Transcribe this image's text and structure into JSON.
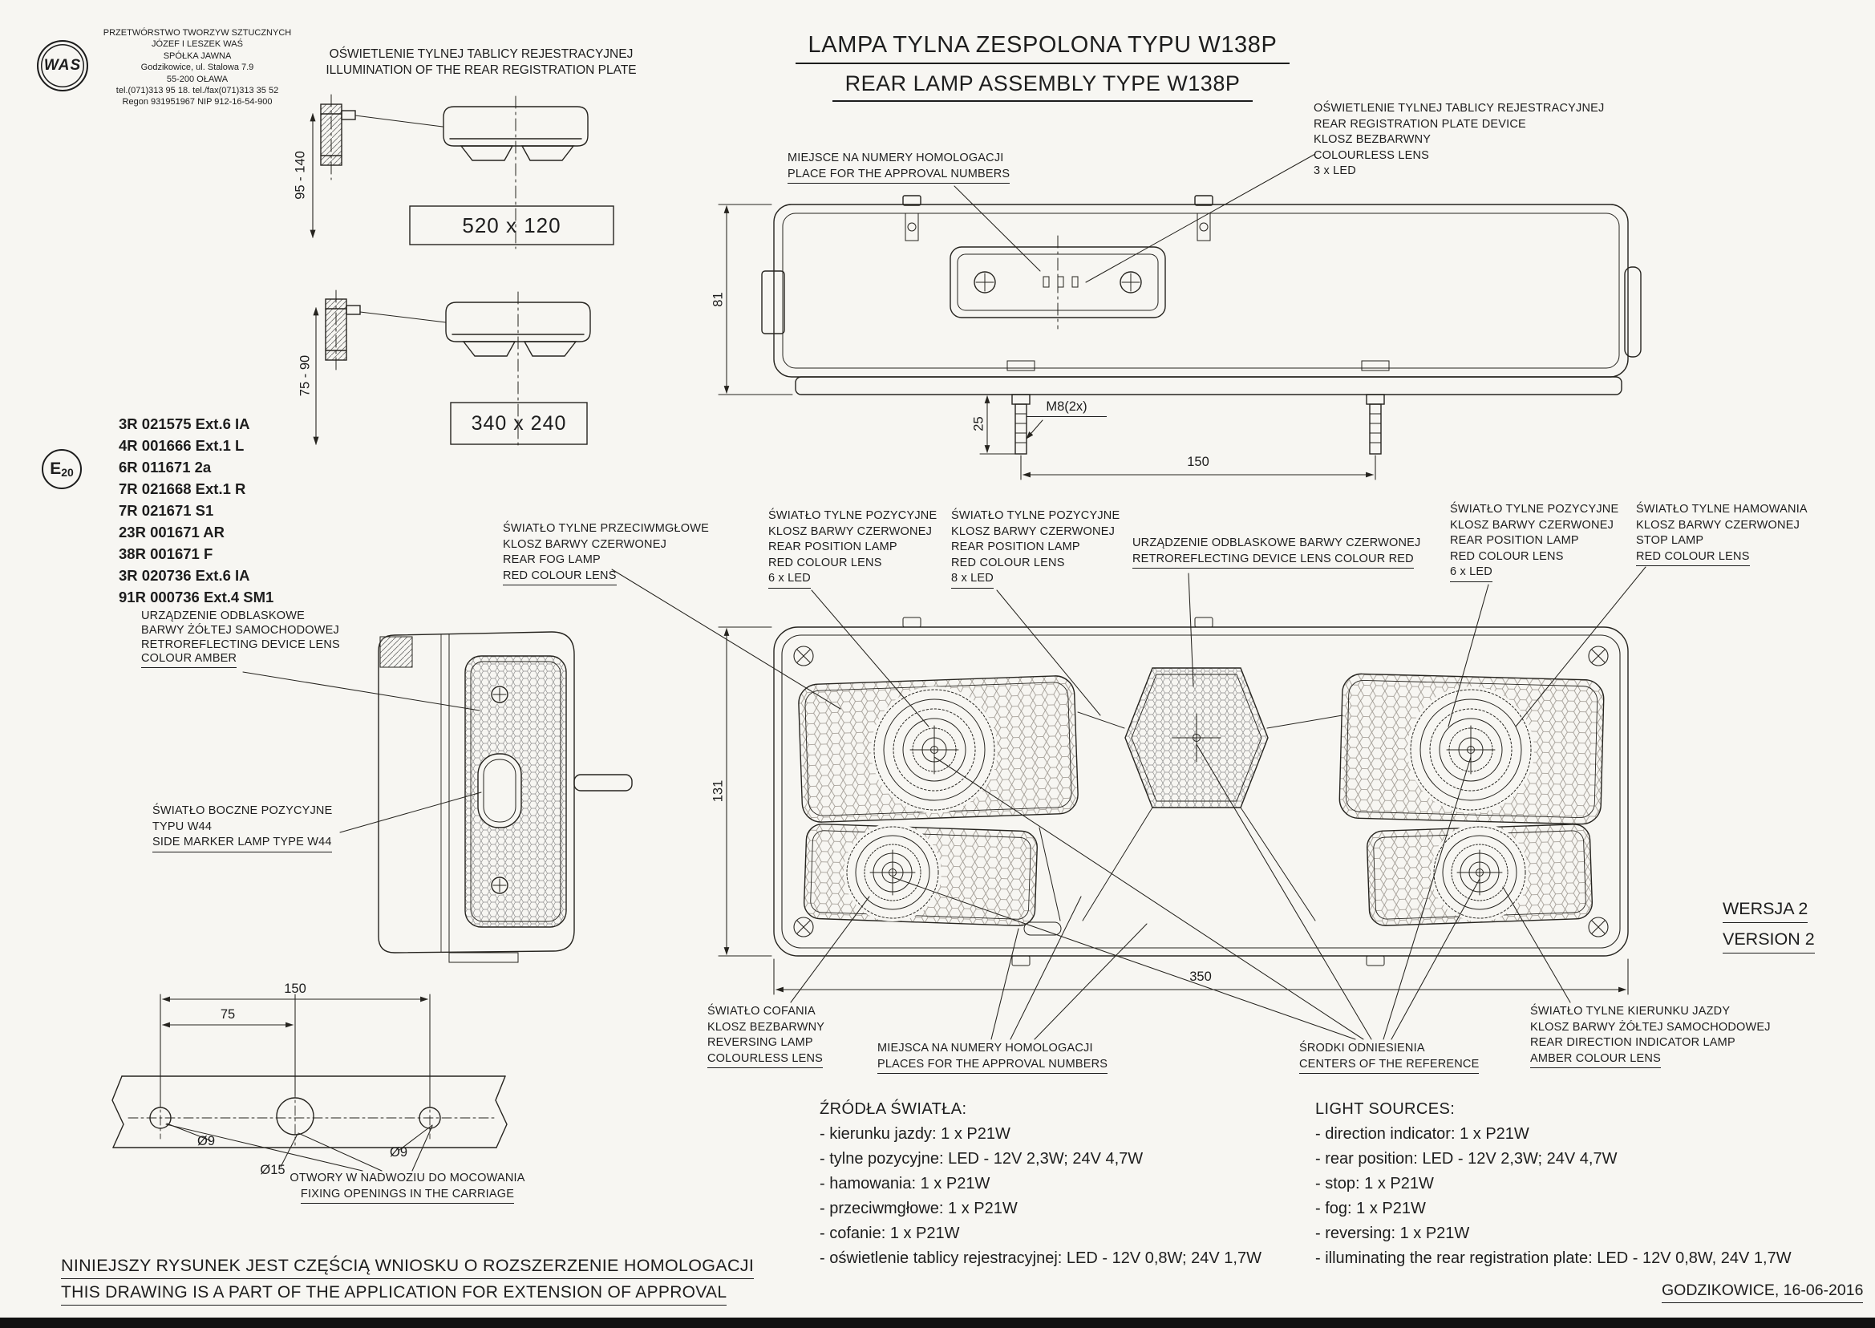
{
  "palette": {
    "paper": "#f7f6f2",
    "ink": "#1d1d1d"
  },
  "company": {
    "logo_text": "WAS",
    "lines": [
      "PRZETWÓRSTWO TWORZYW SZTUCZNYCH",
      "JÓZEF I LESZEK WAŚ",
      "SPÓŁKA JAWNA",
      "Godzikowice, ul. Stalowa 7.9",
      "55-200  OŁAWA",
      "tel.(071)313 95 18. tel./fax(071)313 35 52",
      "Regon 931951967 NIP 912-16-54-900"
    ]
  },
  "title": {
    "pl": "LAMPA TYLNA ZESPOLONA TYPU W138P",
    "en": "REAR LAMP ASSEMBLY TYPE W138P"
  },
  "plate_illumination": {
    "heading_pl": "OŚWIETLENIE TYLNEJ TABLICY REJESTRACYJNEJ",
    "heading_en": "ILLUMINATION OF THE REAR REGISTRATION PLATE",
    "size_large": "520 x 120",
    "size_small": "340 x 240",
    "height_range_large": "95 - 140",
    "height_range_small": "75 - 90"
  },
  "approvals": {
    "mark_letter": "E",
    "mark_number": "20",
    "numbers": [
      "3R 021575 Ext.6 IA",
      "4R 001666 Ext.1 L",
      "6R 011671 2a",
      "7R 021668 Ext.1 R",
      "7R 021671 S1",
      "23R 001671 AR",
      "38R 001671 F",
      "3R 020736 Ext.6 IA",
      "91R 000736 Ext.4 SM1"
    ]
  },
  "dimensions": {
    "top_height": "81",
    "pin_offset": "25",
    "pin_thread": "M8(2x)",
    "pin_spacing": "150",
    "front_height": "131",
    "front_width": "350",
    "fix_span": "150",
    "fix_half": "75",
    "hole_small_left": "Ø9",
    "hole_large": "Ø15",
    "hole_small_right": "Ø9"
  },
  "annotations": {
    "reg_plate_device": {
      "lines": [
        "OŚWIETLENIE TYLNEJ TABLICY REJESTRACYJNEJ",
        "REAR REGISTRATION PLATE DEVICE",
        "KLOSZ BEZBARWNY",
        "COLOURLESS LENS",
        "3 x LED"
      ]
    },
    "approval_place_top": {
      "lines": [
        "MIEJSCE NA NUMERY HOMOLOGACJI",
        "PLACE FOR THE APPROVAL NUMBERS"
      ]
    },
    "retro_amber": {
      "lines": [
        "URZĄDZENIE ODBLASKOWE",
        "BARWY ŻÓŁTEJ SAMOCHODOWEJ",
        "RETROREFLECTING DEVICE LENS",
        "COLOUR AMBER"
      ]
    },
    "side_marker": {
      "lines": [
        "ŚWIATŁO BOCZNE POZYCYJNE",
        "TYPU W44",
        "SIDE MARKER LAMP  TYPE W44"
      ]
    },
    "fog": {
      "lines": [
        "ŚWIATŁO TYLNE PRZECIWMGŁOWE",
        "KLOSZ BARWY CZERWONEJ",
        "REAR FOG LAMP",
        "RED COLOUR LENS"
      ]
    },
    "position_6a": {
      "lines": [
        "ŚWIATŁO TYLNE POZYCYJNE",
        "KLOSZ BARWY CZERWONEJ",
        "REAR POSITION LAMP",
        "RED COLOUR LENS",
        "6 x LED"
      ]
    },
    "position_8": {
      "lines": [
        "ŚWIATŁO TYLNE POZYCYJNE",
        "KLOSZ BARWY CZERWONEJ",
        "REAR POSITION LAMP",
        "RED COLOUR LENS",
        "8 x LED"
      ]
    },
    "retro_red": {
      "lines": [
        "URZĄDZENIE ODBLASKOWE BARWY CZERWONEJ",
        "RETROREFLECTING DEVICE LENS COLOUR RED"
      ]
    },
    "position_6b": {
      "lines": [
        "ŚWIATŁO TYLNE POZYCYJNE",
        "KLOSZ BARWY CZERWONEJ",
        "REAR POSITION LAMP",
        "RED COLOUR LENS",
        "6 x LED"
      ]
    },
    "stop": {
      "lines": [
        "ŚWIATŁO TYLNE  HAMOWANIA",
        "KLOSZ BARWY CZERWONEJ",
        "STOP LAMP",
        "RED COLOUR LENS"
      ]
    },
    "reversing": {
      "lines": [
        "ŚWIATŁO COFANIA",
        "KLOSZ BEZBARWNY",
        "REVERSING LAMP",
        "COLOURLESS LENS"
      ]
    },
    "approval_places_bottom": {
      "lines": [
        "MIEJSCA NA NUMERY HOMOLOGACJI",
        "PLACES FOR THE APPROVAL NUMBERS"
      ]
    },
    "reference_centers": {
      "lines": [
        "ŚRODKI ODNIESIENIA",
        "CENTERS OF THE REFERENCE"
      ]
    },
    "indicator": {
      "lines": [
        "ŚWIATŁO TYLNE KIERUNKU JAZDY",
        "KLOSZ BARWY ŻÓŁTEJ SAMOCHODOWEJ",
        "REAR DIRECTION INDICATOR LAMP",
        "AMBER COLOUR LENS"
      ]
    },
    "fixing_openings": {
      "lines": [
        "OTWORY W NADWOZIU DO MOCOWANIA",
        "FIXING OPENINGS IN THE CARRIAGE"
      ]
    }
  },
  "light_sources": {
    "pl": {
      "heading": "ŹRÓDŁA ŚWIATŁA:",
      "items": [
        "- kierunku jazdy: 1 x P21W",
        "- tylne pozycyjne: LED - 12V 2,3W;   24V 4,7W",
        "- hamowania: 1 x P21W",
        "- przeciwmgłowe: 1 x P21W",
        "- cofanie:  1 x P21W",
        "- oświetlenie tablicy rejestracyjnej: LED - 12V 0,8W;  24V 1,7W"
      ]
    },
    "en": {
      "heading": "LIGHT SOURCES:",
      "items": [
        "- direction indicator: 1 x P21W",
        "- rear position: LED - 12V 2,3W;   24V 4,7W",
        "- stop: 1 x P21W",
        "- fog: 1 x P21W",
        "- reversing: 1 x P21W",
        "- illuminating the rear registration plate: LED - 12V 0,8W,  24V 1,7W"
      ]
    }
  },
  "version": {
    "pl": "WERSJA 2",
    "en": "VERSION 2"
  },
  "footer": {
    "statement_pl": "NINIEJSZY RYSUNEK JEST CZĘŚCIĄ  WNIOSKU O  ROZSZERZENIE HOMOLOGACJI",
    "statement_en": "THIS DRAWING IS A PART OF THE APPLICATION FOR EXTENSION OF  APPROVAL",
    "place_date": "GODZIKOWICE,  16-06-2016"
  }
}
